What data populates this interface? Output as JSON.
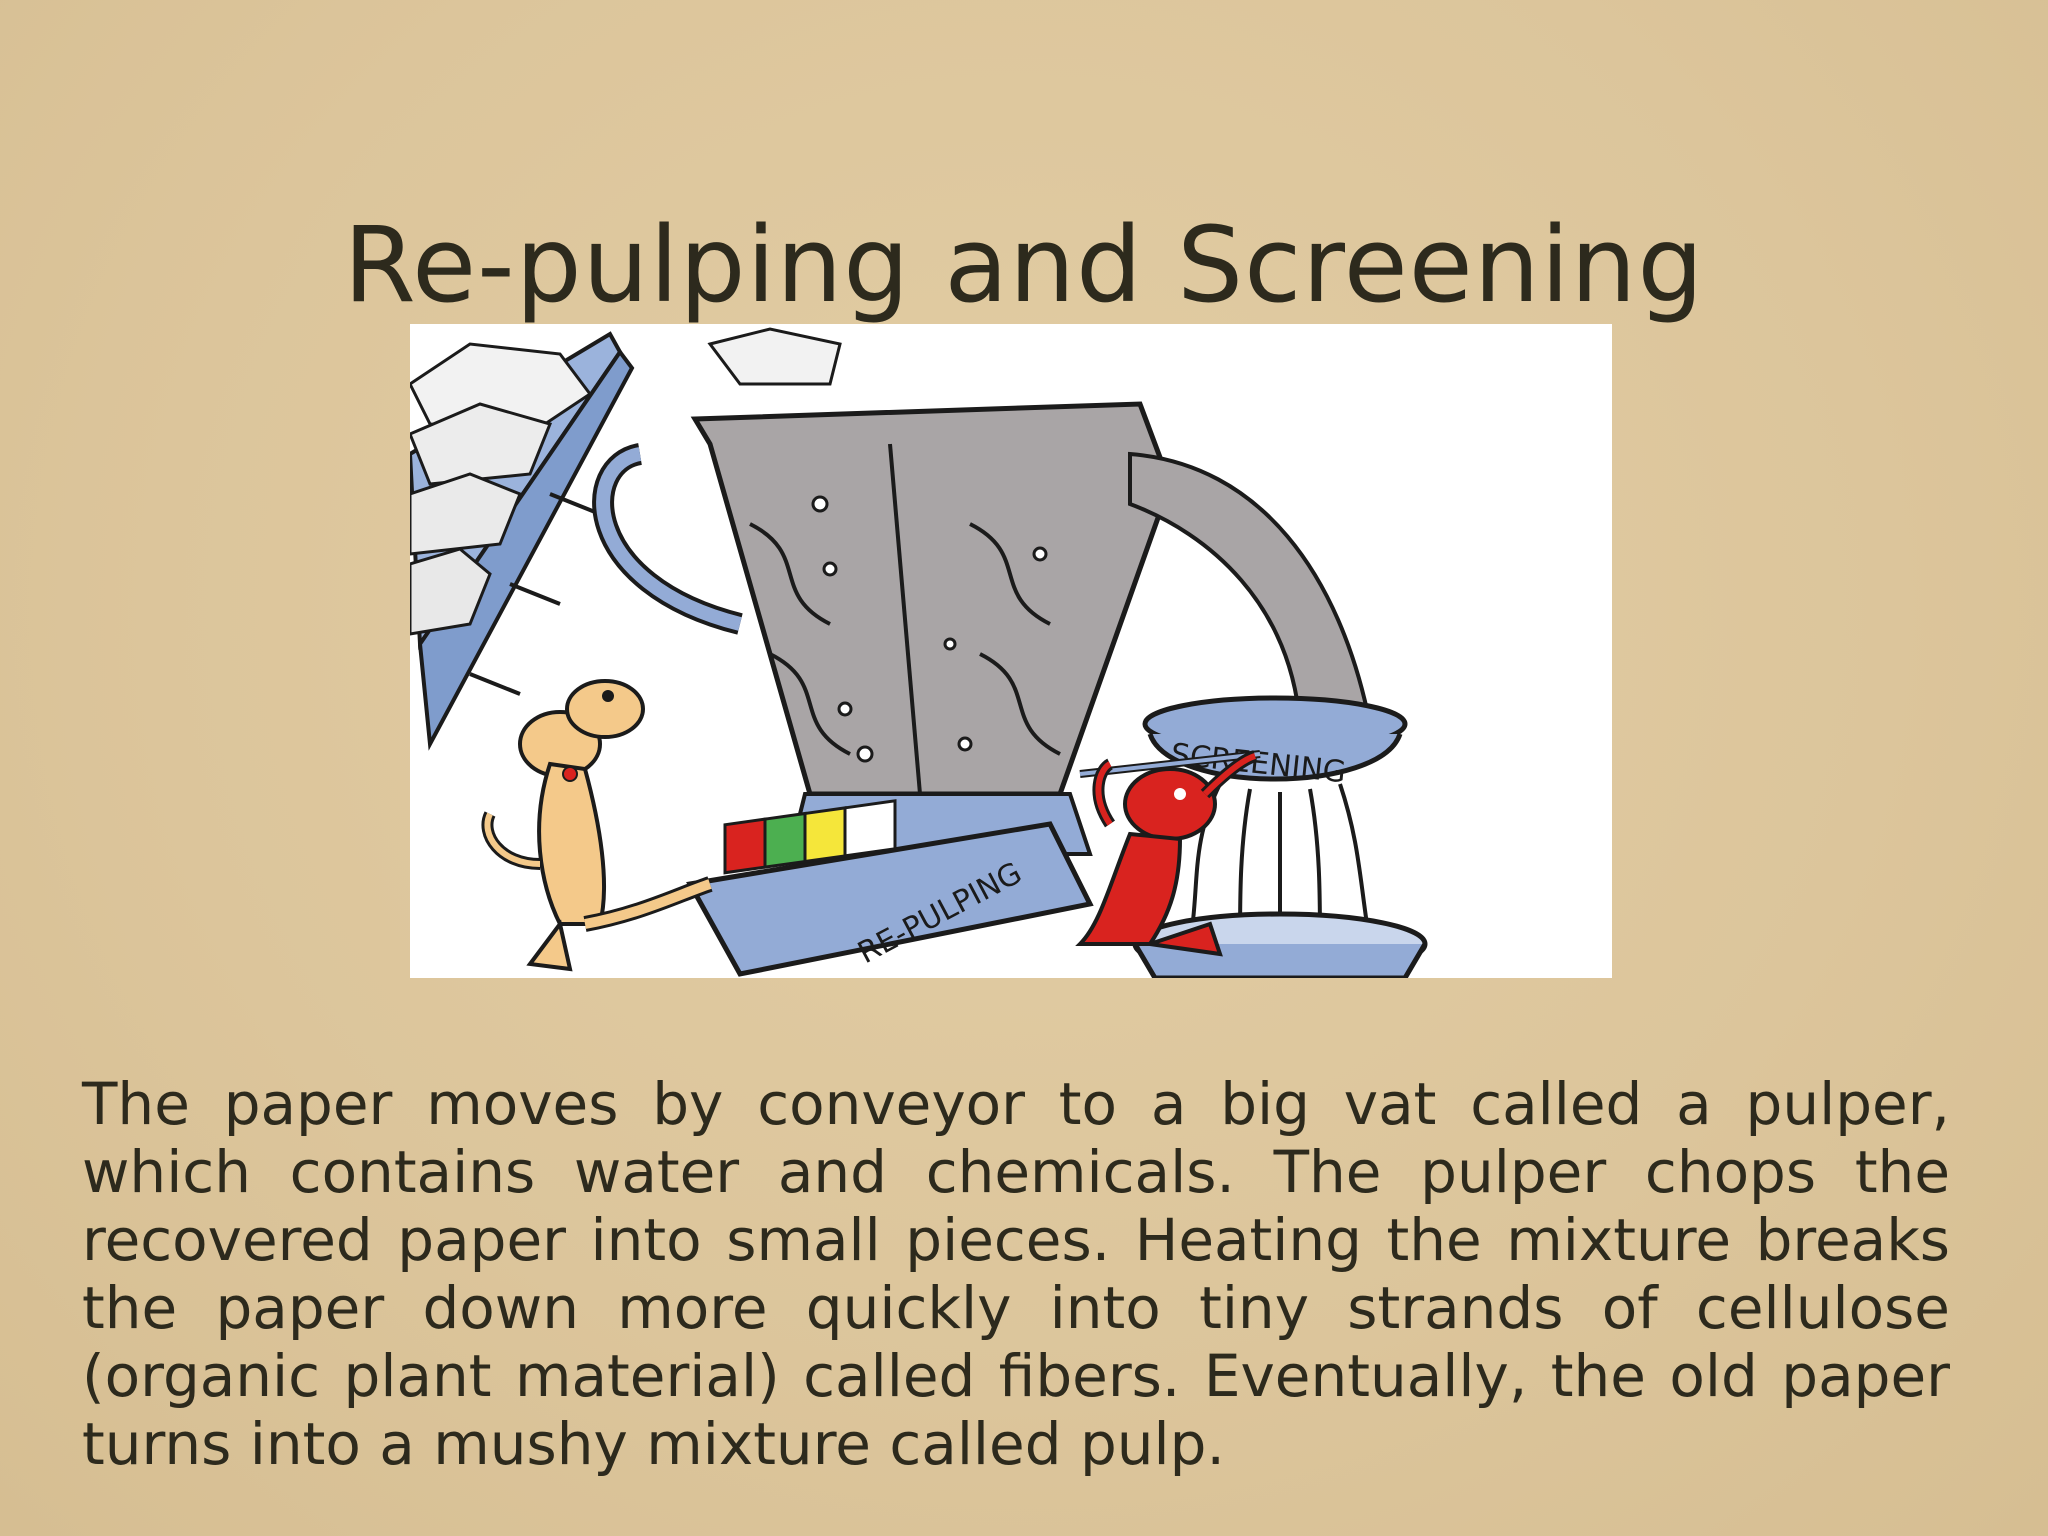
{
  "slide": {
    "title": "Re-pulping and Screening",
    "body": "The paper moves by conveyor to a big vat called a pulper, which contains water and chemicals. The pulper chops the recovered paper into small pieces. Heating the mixture breaks the paper down more quickly into tiny strands of cellulose (organic plant material) called fibers. Eventually, the old paper turns into a mushy mixture called pulp."
  },
  "illustration": {
    "labels": {
      "screening": "SCREENING",
      "repulping": "RE-PULPING"
    }
  },
  "colors": {
    "background": "#dcc59c",
    "text": "#2d2a1d",
    "vat": "#a7a3a4",
    "machine_blue": "#93abd6",
    "dog_tan": "#f4c98a",
    "dog_red": "#d9231f"
  }
}
